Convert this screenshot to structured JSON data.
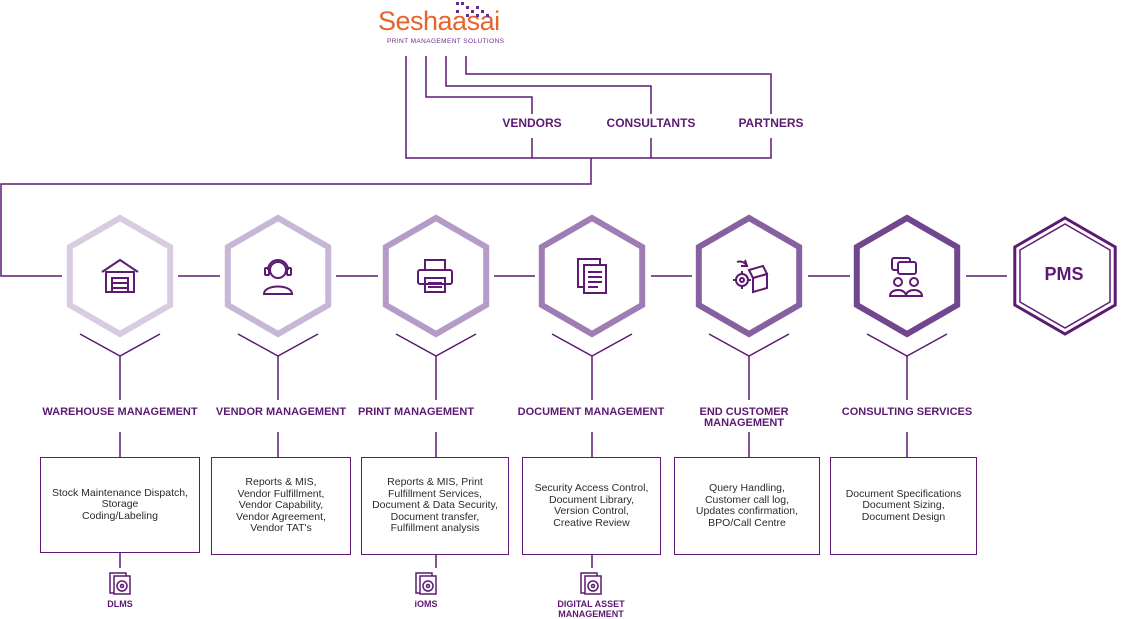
{
  "logo": {
    "name": "Seshaasai",
    "tagline": "PRINT MANAGEMENT SOLUTIONS"
  },
  "partners_row": [
    "VENDORS",
    "CONSULTANTS",
    "PARTNERS"
  ],
  "pms_label": "PMS",
  "colors": {
    "accent": "#5c1a72",
    "logo_orange": "#e8632c",
    "hex_light": "#d7cce0"
  },
  "categories": [
    {
      "title": "WAREHOUSE MANAGEMENT",
      "icon": "warehouse-icon",
      "details": "Stock Maintenance Dispatch,\nStorage\nCoding/Labeling",
      "tool": "DLMS"
    },
    {
      "title": "VENDOR MANAGEMENT",
      "icon": "headset-icon",
      "details": "Reports & MIS,\nVendor Fulfillment,\nVendor Capability,\nVendor Agreement,\nVendor TAT's",
      "tool": ""
    },
    {
      "title": "PRINT MANAGEMENT",
      "icon": "printer-icon",
      "details": "Reports & MIS, Print\nFulfillment Services,\nDocument & Data Security,\nDocument transfer,\nFulfillment analysis",
      "tool": "iOMS"
    },
    {
      "title": "DOCUMENT MANAGEMENT",
      "icon": "documents-icon",
      "details": "Security Access Control,\nDocument Library,\nVersion Control,\nCreative Review",
      "tool": "DIGITAL ASSET MANAGEMENT"
    },
    {
      "title": "END CUSTOMER MANAGEMENT",
      "icon": "gear-box-icon",
      "details": "Query Handling,\nCustomer call log,\nUpdates confirmation,\nBPO/Call Centre",
      "tool": ""
    },
    {
      "title": "CONSULTING SERVICES",
      "icon": "consulting-icon",
      "details": "Document Specifications\nDocument Sizing,\nDocument Design",
      "tool": ""
    }
  ]
}
